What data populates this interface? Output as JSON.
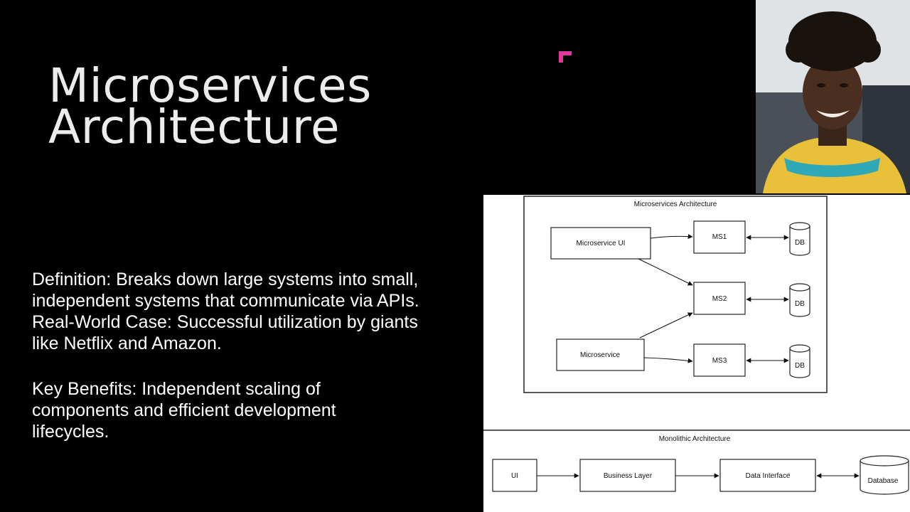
{
  "slide": {
    "title_line1": "Microservices",
    "title_line2": "Architecture",
    "definition_lines": [
      " Definition: Breaks down large systems into small,",
      "independent systems that communicate via APIs.",
      "Real-World Case: Successful utilization by giants",
      "like Netflix and Amazon."
    ],
    "benefits_lines": [
      "Key Benefits:  Independent  scaling  of",
      " components and efficient development",
      " lifecycles."
    ]
  },
  "colors": {
    "background": "#000000",
    "title_text": "#ececec",
    "accent": "#e0399a"
  },
  "diagram": {
    "microservices": {
      "caption": "Microservices Architecture",
      "nodes": {
        "ui": "Microservice UI",
        "service": "Microservice",
        "ms1": "MS1",
        "ms2": "MS2",
        "ms3": "MS3",
        "db1": "DB",
        "db2": "DB",
        "db3": "DB"
      }
    },
    "monolithic": {
      "caption": "Monolithic Architecture",
      "nodes": {
        "ui": "UI",
        "business": "Business Layer",
        "data_interface": "Data Interface",
        "database": "Database"
      }
    }
  }
}
